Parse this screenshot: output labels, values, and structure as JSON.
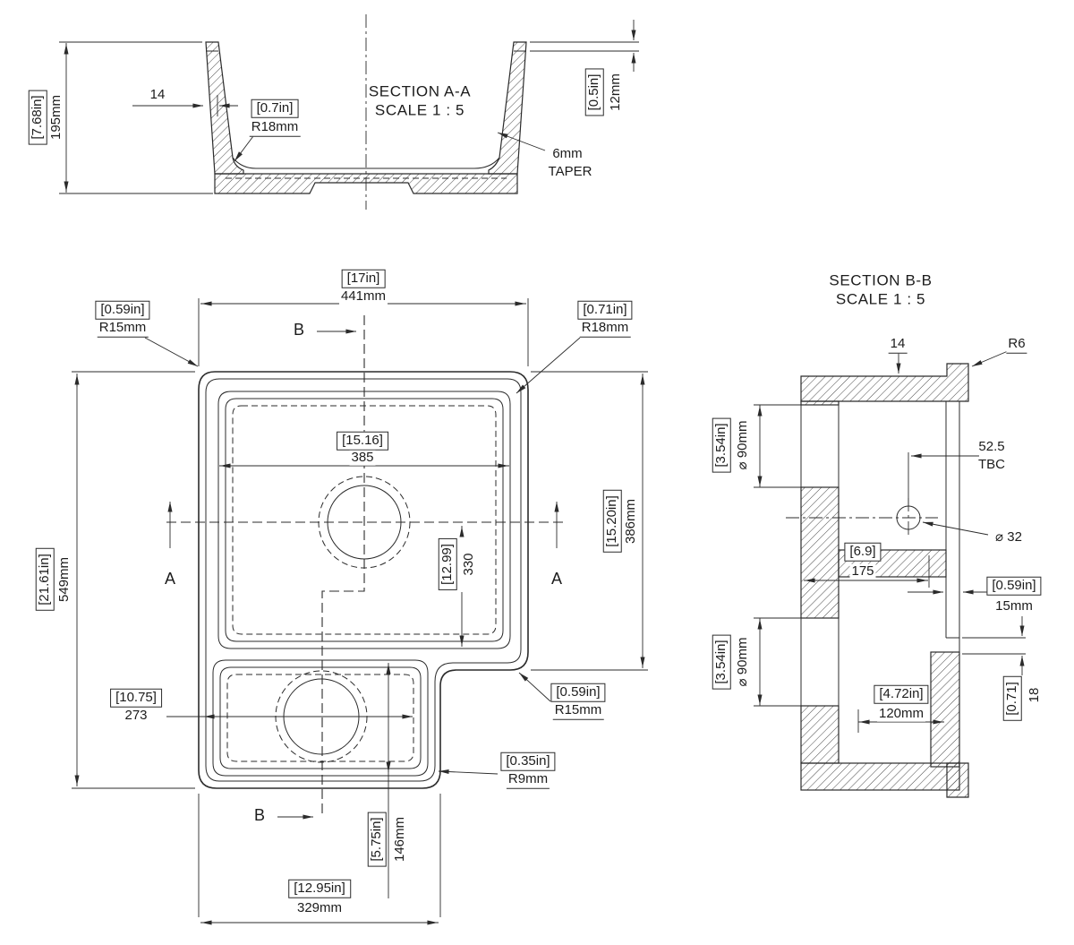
{
  "section_aa": {
    "title": "SECTION A-A",
    "scale": "SCALE 1 : 5",
    "height_in": "[7.68in]",
    "height_mm": "195mm",
    "wall_thickness": "14",
    "radius_in": "[0.7in]",
    "radius_mm": "R18mm",
    "flange_in": "[0.5in]",
    "flange_mm": "12mm",
    "taper_value": "6mm",
    "taper_label": "TAPER"
  },
  "plan": {
    "width_in": "[17in]",
    "width_mm": "441mm",
    "corner_tl_in": "[0.59in]",
    "corner_tl_mm": "R15mm",
    "corner_tr_in": "[0.71in]",
    "corner_tr_mm": "R18mm",
    "inner_width_in": "[15.16]",
    "inner_width_mm": "385",
    "bowl_height_in": "[15.20in]",
    "bowl_height_mm": "386mm",
    "drain_offset_in": "[12.99]",
    "drain_offset_mm": "330",
    "overall_height_in": "[21.61in]",
    "overall_height_mm": "549mm",
    "lower_drain_in": "[10.75]",
    "lower_drain_mm": "273",
    "corner_step_in": "[0.59in]",
    "corner_step_mm": "R15mm",
    "corner_br_in": "[0.35in]",
    "corner_br_mm": "R9mm",
    "lower_height_in": "[5.75in]",
    "lower_height_mm": "146mm",
    "bottom_width_in": "[12.95in]",
    "bottom_width_mm": "329mm",
    "section_a_label": "A",
    "section_b_label": "B"
  },
  "section_bb": {
    "title": "SECTION B-B",
    "scale": "SCALE 1 : 5",
    "rim_thickness": "14",
    "corner_r6": "R6",
    "top_hole_in": "[3.54in]",
    "top_hole_mm": "⌀ 90mm",
    "tbc_value": "52.5",
    "tbc_label": "TBC",
    "hole_dia": "⌀ 32",
    "depth_in": "[6.9]",
    "depth_mm": "175",
    "rim_width_in": "[0.59in]",
    "rim_width_mm": "15mm",
    "bottom_hole_in": "[3.54in]",
    "bottom_hole_mm": "⌀ 90mm",
    "lower_depth_in": "[4.72in]",
    "lower_depth_mm": "120mm",
    "step_in": "[0.71]",
    "step_mm": "18"
  }
}
